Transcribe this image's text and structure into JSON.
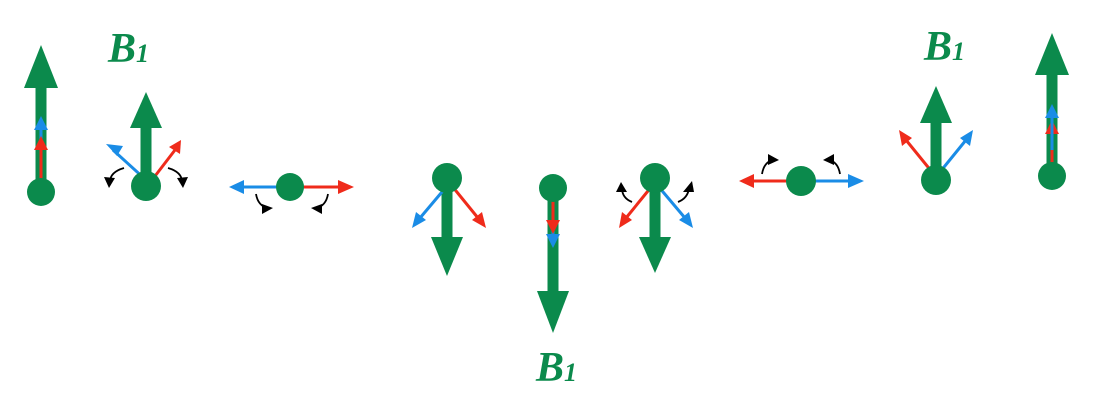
{
  "labels": {
    "b1_left": "B",
    "b1_left_sub": "1",
    "b1_bottom": "B",
    "b1_bottom_sub": "1",
    "b1_right": "B",
    "b1_right_sub": "1"
  },
  "colors": {
    "field": "#0b8a4c",
    "red": "#ef2b1b",
    "blue": "#1a8ce6",
    "black": "#000000",
    "background": "#ffffff"
  }
}
